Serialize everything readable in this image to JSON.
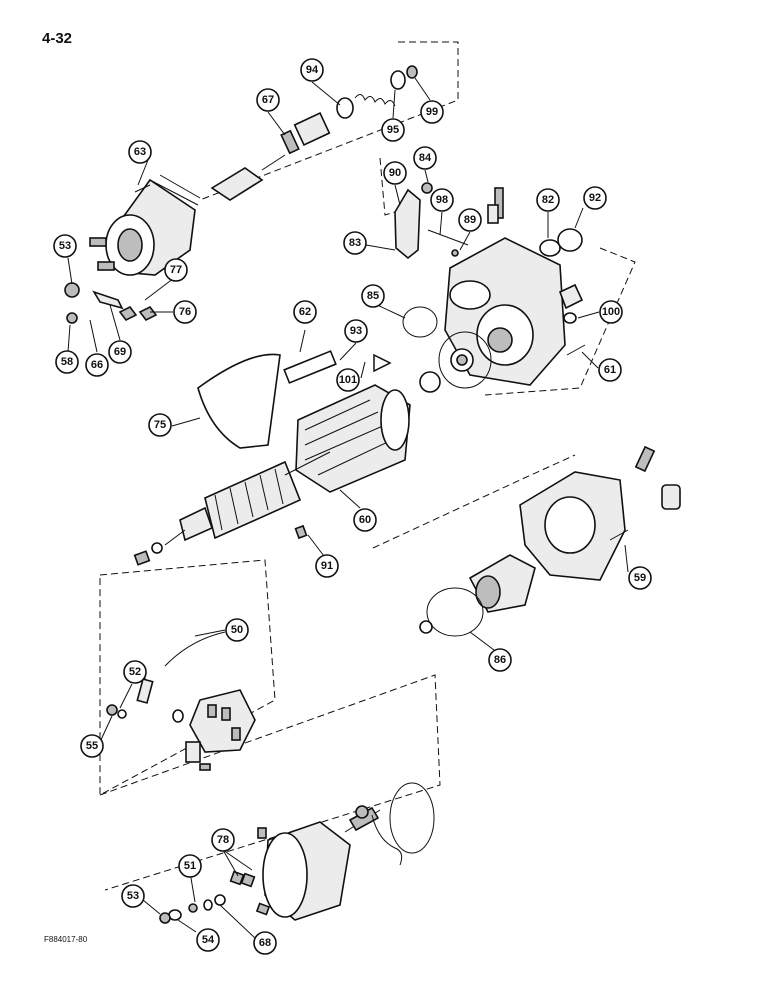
{
  "page": {
    "number": "4-32",
    "figure_id": "F884017-80"
  },
  "callouts": [
    "94",
    "67",
    "99",
    "95",
    "63",
    "84",
    "90",
    "98",
    "82",
    "92",
    "89",
    "53",
    "83",
    "77",
    "85",
    "100",
    "76",
    "62",
    "93",
    "58",
    "66",
    "69",
    "101",
    "61",
    "75",
    "60",
    "91",
    "59",
    "86",
    "50",
    "52",
    "55",
    "78",
    "51",
    "53",
    "54",
    "68"
  ],
  "symbols": {
    "reference_triangle": "triangle-icon"
  }
}
